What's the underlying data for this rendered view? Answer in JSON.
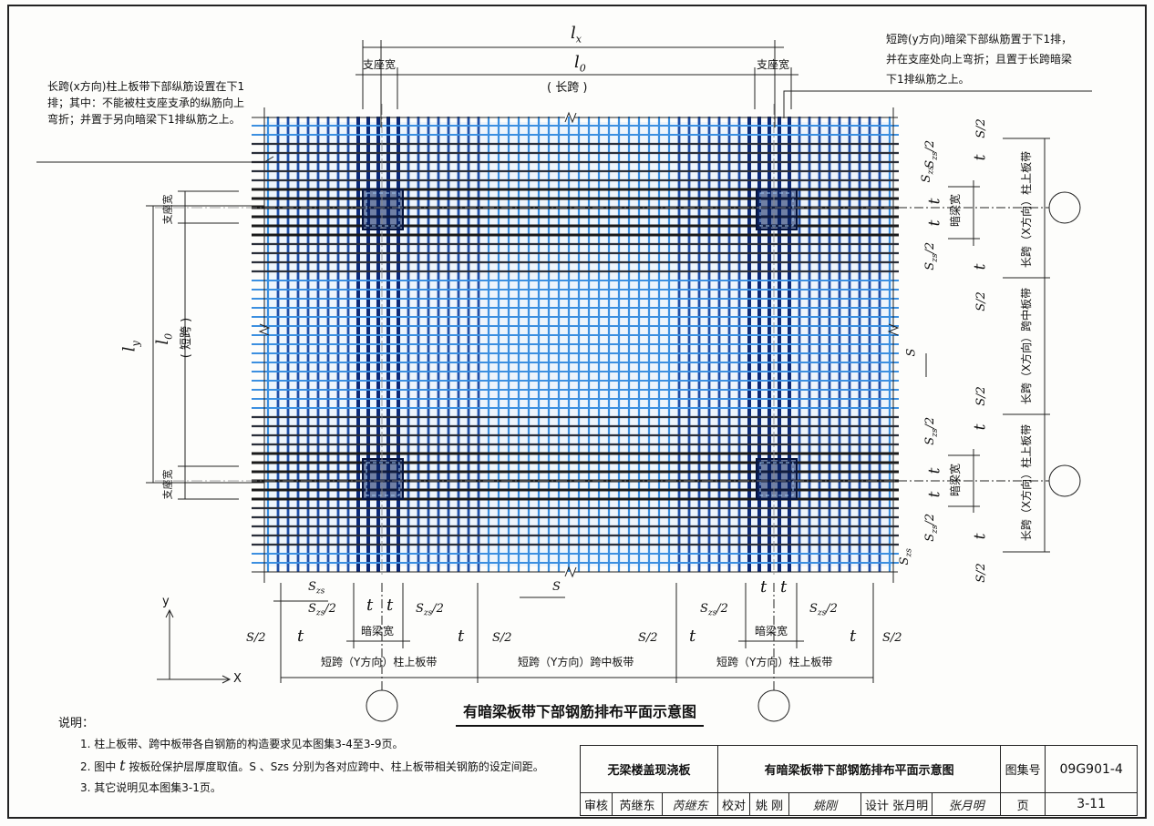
{
  "dimensions": {
    "lx": "l",
    "lx_sub": "x",
    "l0_top": "l",
    "l0_top_sub": "0",
    "long_span": "( 长跨 )",
    "support_width_left": "支座宽",
    "support_width_right": "支座宽",
    "ly": "l",
    "ly_sub": "y",
    "l0_left": "l",
    "l0_left_sub": "0",
    "short_span": "( 短跨 )",
    "support_width_upper": "支座宽",
    "support_width_lower": "支座宽"
  },
  "callouts": {
    "left": "长跨(x方向)柱上板带下部纵筋设置在下1排；其中：不能被柱支座支承的纵筋向上弯折；并置于另向暗梁下1排纵筋之上。",
    "right_line1": "短跨(y方向)暗梁下部纵筋置于下1排，",
    "right_line2": "并在支座处向上弯折；且置于长跨暗梁",
    "right_line3": "下1排纵筋之上。"
  },
  "bottom_annotations": {
    "szs": "S",
    "szs_sub": "zs",
    "szs_half": "S",
    "szs_half_sub": "zs",
    "szs_half_tail": "/2",
    "t": "t",
    "s": "S",
    "s_half": "S/2",
    "hidden_beam_width": "暗梁宽",
    "band_left": "短跨（Y方向）柱上板带",
    "band_middle": "短跨（Y方向）跨中板带",
    "band_right": "短跨（Y方向）柱上板带",
    "axis_x": "X",
    "axis_y": "y"
  },
  "right_annotations": {
    "s_half": "S/2",
    "szs_half": "S",
    "szs_half_sub": "zs",
    "szs_half_tail": "/2",
    "szs": "S",
    "szs_sub": "zs",
    "t": "t",
    "s": "S",
    "hidden_beam_width": "暗梁宽",
    "band_upper": "长跨（X方向）柱上板带",
    "band_middle": "长跨（X方向）跨中板带",
    "band_lower": "长跨（X方向）柱上板带"
  },
  "drawing_title": "有暗梁板带下部钢筋排布平面示意图",
  "notes": {
    "heading": "说明：",
    "item1": "1. 柱上板带、跨中板带各自钢筋的构造要求见本图集3-4至3-9页。",
    "item2_a": "2. 图中",
    "item2_t": "t",
    "item2_b": "按板砼保护层厚度取值。S 、Szs 分别为各对应跨中、柱上板带相关钢筋的设定间距。",
    "item3": "3. 其它说明见本图集3-1页。"
  },
  "title_block": {
    "category": "无梁楼盖现浇板",
    "drawing_name": "有暗梁板带下部钢筋排布平面示意图",
    "atlas_label": "图集号",
    "atlas_no": "09G901-4",
    "review_label": "审核",
    "review_name": "芮继东",
    "review_sig": "芮继东",
    "check_label": "校对",
    "check_name": "姚 刚",
    "check_sig": "姚刚",
    "design_label": "设计",
    "design_name": "张月明",
    "design_sig": "张月明",
    "page_label": "页",
    "page_no": "3-11"
  },
  "colors": {
    "bar_light": "#3b8fe0",
    "bar_dark": "#0c2a78",
    "bar_black": "#1a1a1a",
    "line": "#222222"
  }
}
